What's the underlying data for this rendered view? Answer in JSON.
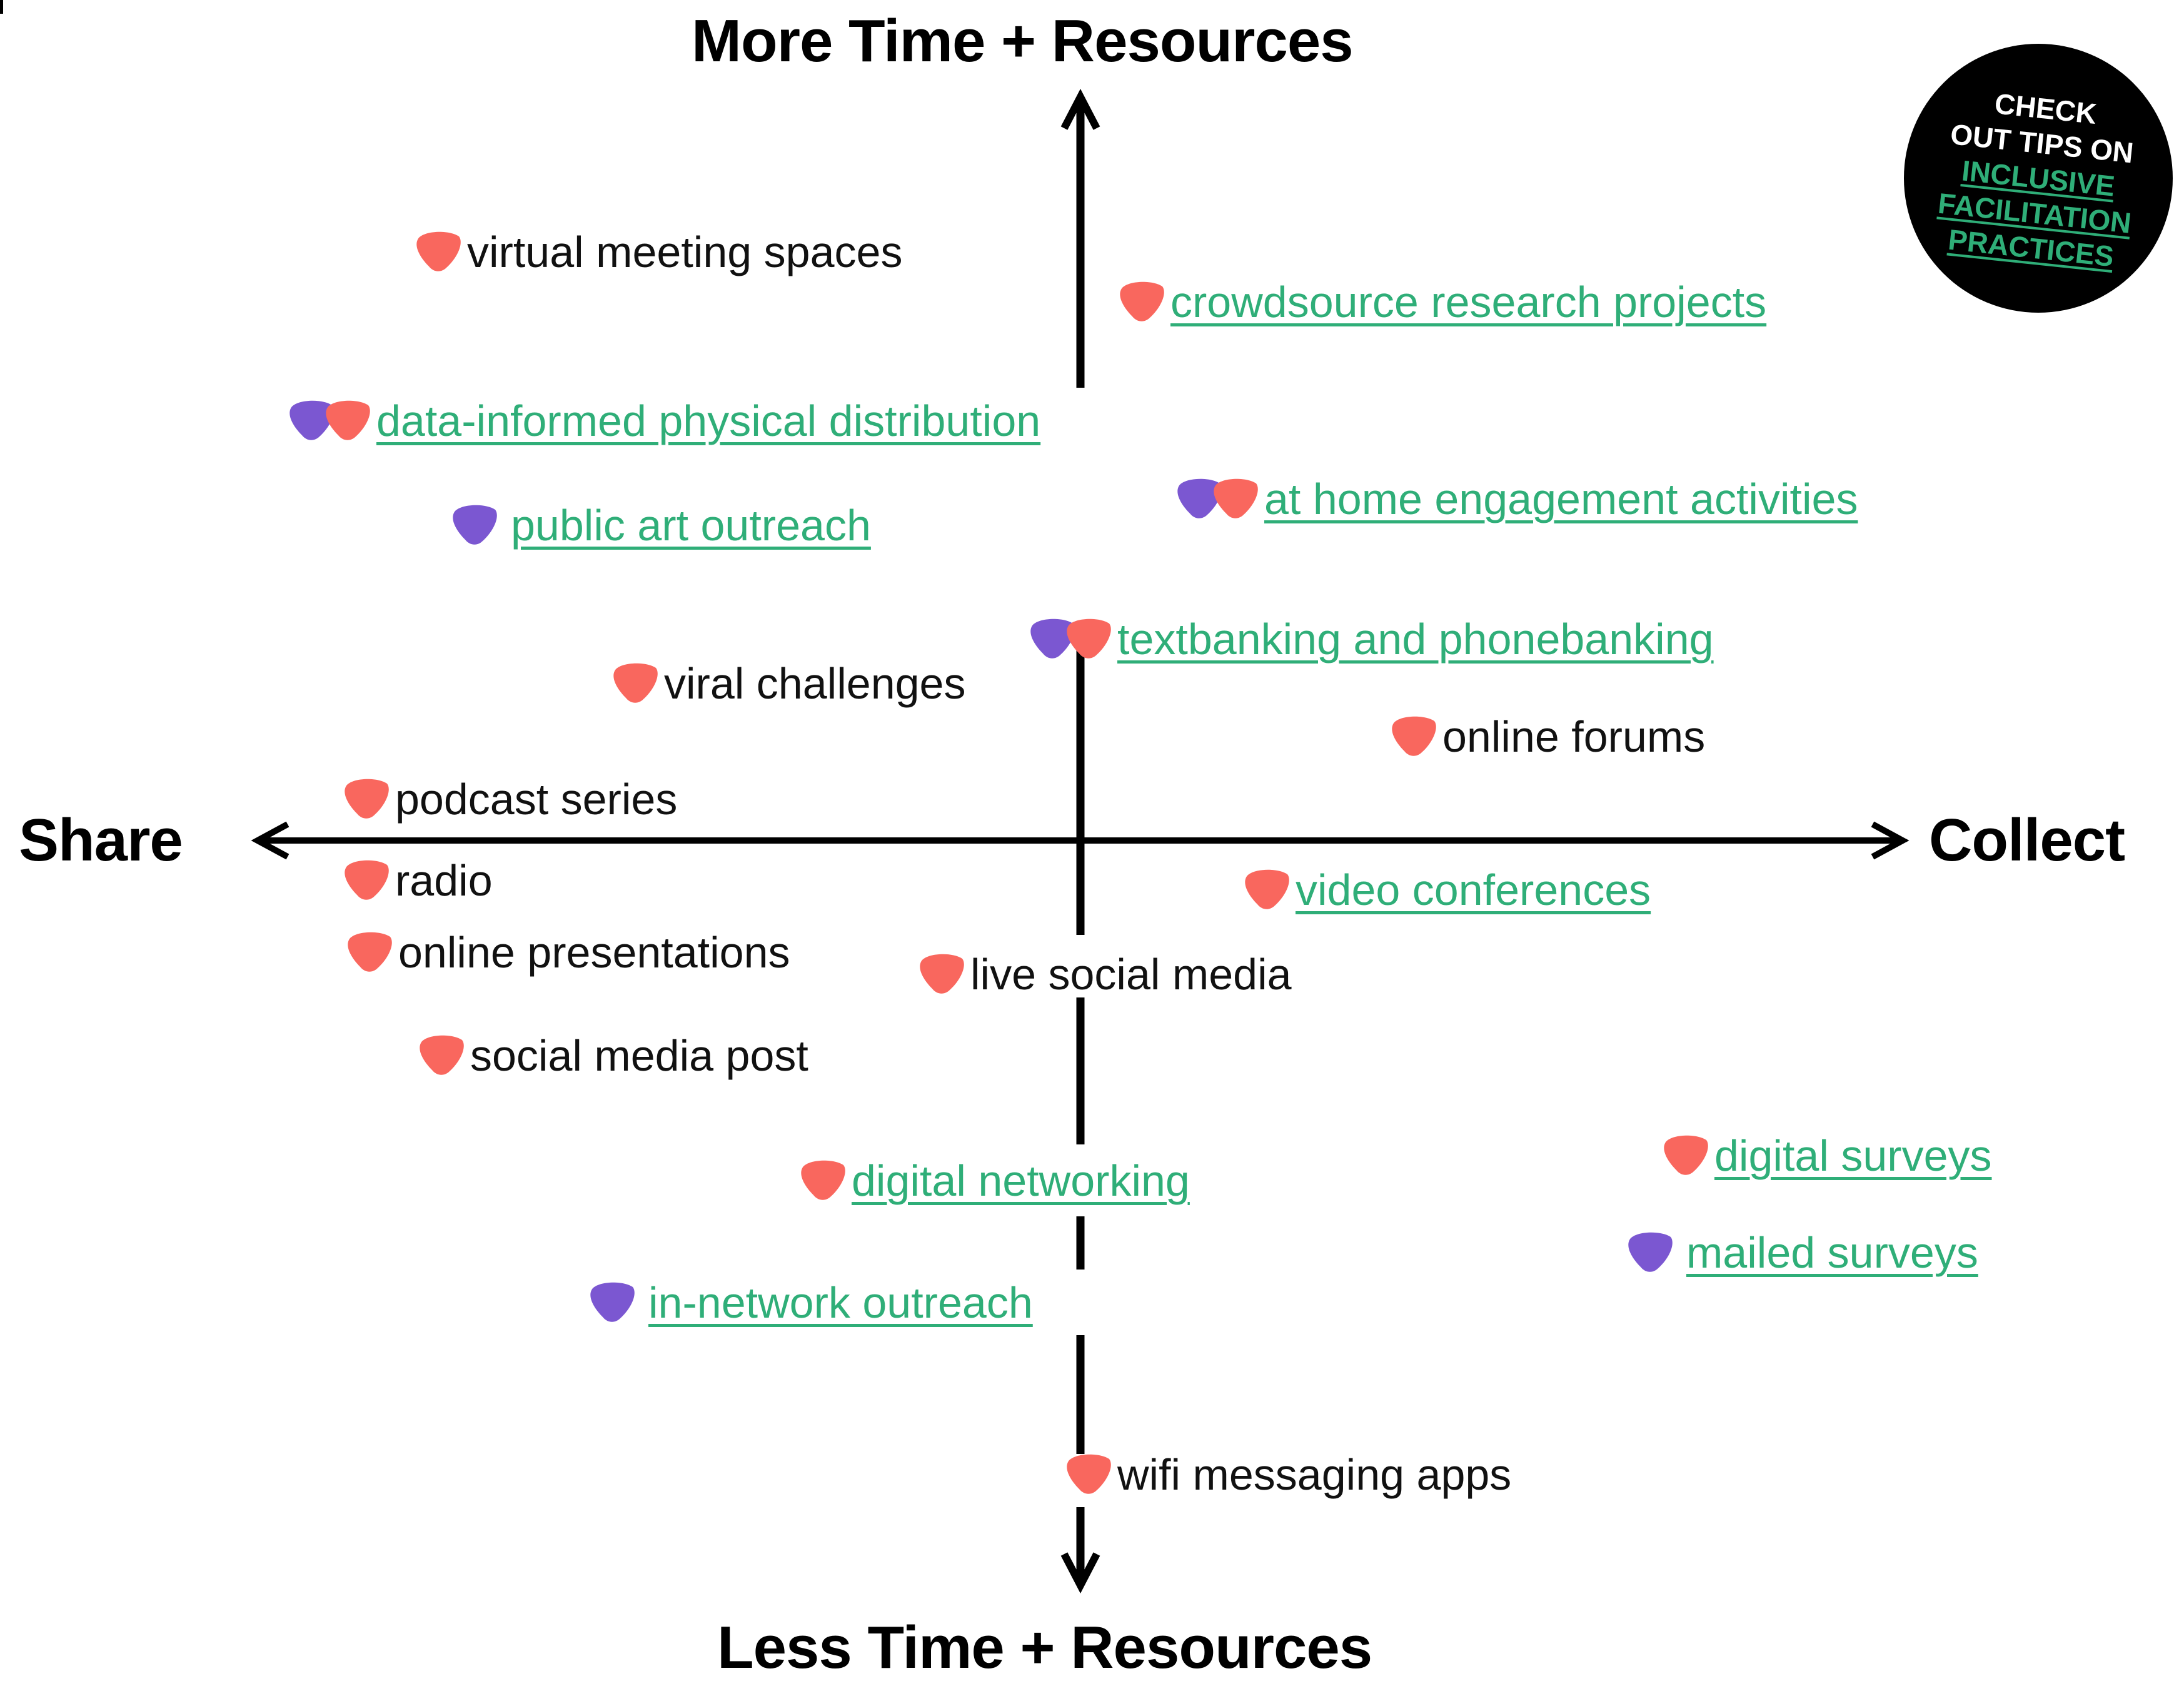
{
  "axes": {
    "top": "More Time + Resources",
    "bottom": "Less Time + Resources",
    "left": "Share",
    "right": "Collect"
  },
  "badge": {
    "line1": "CHECK",
    "line2": "OUT TIPS ON",
    "link_lines": [
      "INCLUSIVE",
      "FACILITATION",
      "PRACTICES"
    ]
  },
  "colors": {
    "red_marker": "#f9675e",
    "purple_marker": "#7b57d1",
    "link_green": "#2fae78",
    "axis_black": "#000000"
  },
  "legend_note": "",
  "items": [
    {
      "label": "virtual meeting spaces",
      "link": false,
      "markers": [
        "red"
      ]
    },
    {
      "label": "crowdsource research projects",
      "link": true,
      "markers": [
        "red"
      ]
    },
    {
      "label": "data-informed physical distribution",
      "link": true,
      "markers": [
        "purple",
        "red"
      ]
    },
    {
      "label": "at home engagement activities",
      "link": true,
      "markers": [
        "purple",
        "red"
      ]
    },
    {
      "label": "public art outreach",
      "link": true,
      "markers": [
        "purple"
      ]
    },
    {
      "label": "textbanking and phonebanking",
      "link": true,
      "markers": [
        "purple",
        "red"
      ]
    },
    {
      "label": "viral challenges",
      "link": false,
      "markers": [
        "red"
      ]
    },
    {
      "label": "online forums",
      "link": false,
      "markers": [
        "red"
      ]
    },
    {
      "label": "podcast series",
      "link": false,
      "markers": [
        "red"
      ]
    },
    {
      "label": "radio",
      "link": false,
      "markers": [
        "red"
      ]
    },
    {
      "label": "video conferences",
      "link": true,
      "markers": [
        "red"
      ]
    },
    {
      "label": "online presentations",
      "link": false,
      "markers": [
        "red"
      ]
    },
    {
      "label": "live social media",
      "link": false,
      "markers": [
        "red"
      ]
    },
    {
      "label": "social media post",
      "link": false,
      "markers": [
        "red"
      ]
    },
    {
      "label": "digital networking",
      "link": true,
      "markers": [
        "red"
      ]
    },
    {
      "label": "digital surveys",
      "link": true,
      "markers": [
        "red"
      ]
    },
    {
      "label": "mailed surveys",
      "link": true,
      "markers": [
        "purple"
      ]
    },
    {
      "label": "in-network outreach",
      "link": true,
      "markers": [
        "purple"
      ]
    },
    {
      "label": "wifi messaging apps",
      "link": false,
      "markers": [
        "red"
      ]
    }
  ]
}
